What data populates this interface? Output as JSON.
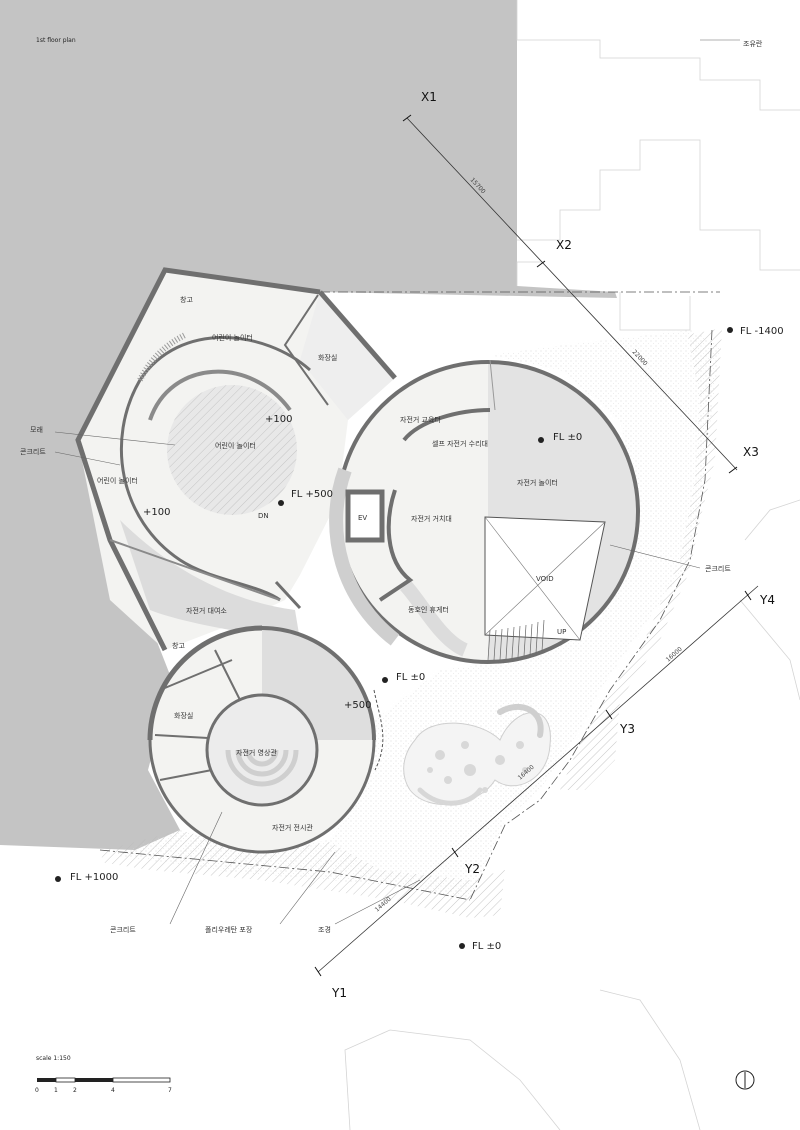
{
  "title": "1st floor plan",
  "neighbor_label": "조유란",
  "grid_labels": {
    "x1": "X1",
    "x2": "X2",
    "x3": "X3",
    "y1": "Y1",
    "y2": "Y2",
    "y3": "Y3",
    "y4": "Y4"
  },
  "dimensions": {
    "x1_x2": "15700",
    "x2_x3": "22000",
    "y4_y3": "16000",
    "y3_y2": "16400",
    "y2_y1": "14400"
  },
  "levels": {
    "fl_minus_1400": "FL -1400",
    "fl_plus_500": "FL +500",
    "fl_zero_hall": "FL ±0",
    "fl_zero_court": "FL ±0",
    "fl_zero_site": "FL ±0",
    "fl_plus_1000": "FL +1000",
    "plus_100_a": "+100",
    "plus_100_b": "+100",
    "plus_500": "+500"
  },
  "rooms": {
    "storage_top": "창고",
    "kids_play_upper": "어린이 놀이터",
    "restroom_top": "화장실",
    "kids_play_center": "어린이 놀이터",
    "kids_play_left": "어린이 놀이터",
    "bike_rental": "자전거 대여소",
    "storage_bottom": "창고",
    "restroom_bottom": "화장실",
    "bike_theater": "자전거 영상관",
    "bike_exhibition": "자전거 전시관",
    "bike_education": "자전거 교육터",
    "self_repair": "셀프 자전거 수리대",
    "bike_playground": "자전거 놀이터",
    "bike_rack": "자전거 거치대",
    "club_lounge": "동호인 휴게터",
    "ev": "EV",
    "void": "VOID",
    "stair_up": "UP",
    "stair_down": "DN"
  },
  "materials": {
    "sand": "모래",
    "concrete_left": "콘크리트",
    "concrete_right": "콘크리트",
    "concrete_bottom": "콘크리트",
    "polyurethane": "폴리우레탄 포장",
    "landscape": "조경"
  },
  "scale": {
    "label": "scale 1:150",
    "ticks": [
      "0",
      "1",
      "2",
      "4",
      "7"
    ]
  },
  "colors": {
    "ground_gray": "#c4c4c4",
    "wall": "#6f6f6f",
    "floor_light": "#f3f3f1",
    "floor_gray": "#dcdcdc",
    "paving": "#ececec"
  }
}
